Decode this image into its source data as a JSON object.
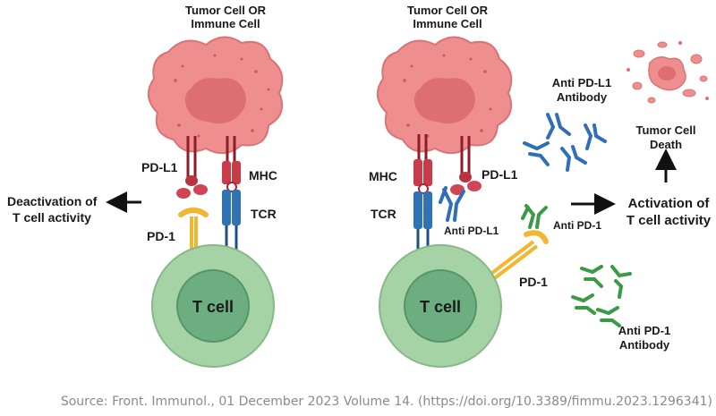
{
  "panel_left": {
    "top_label": [
      "Tumor Cell OR",
      "Immune Cell"
    ],
    "pd_l1": "PD-L1",
    "mhc": "MHC",
    "tcr": "TCR",
    "pd_1": "PD-1",
    "outcome": [
      "Deactivation of",
      "T cell activity"
    ],
    "t_cell": "T cell"
  },
  "panel_right": {
    "top_label": [
      "Tumor Cell OR",
      "Immune Cell"
    ],
    "mhc": "MHC",
    "tcr": "TCR",
    "pd_l1": "PD-L1",
    "anti_pd_l1_small": "Anti PD-L1",
    "anti_pd_1_small": "Anti PD-1",
    "anti_pd_l1_antibody": [
      "Anti PD-L1",
      "Antibody"
    ],
    "pd_1": "PD-1",
    "anti_pd_1_antibody": [
      "Anti PD-1",
      "Antibody"
    ],
    "outcome": [
      "Activation of",
      "T cell activity"
    ],
    "death": [
      "Tumor Cell",
      "Death"
    ],
    "t_cell": "T cell"
  },
  "source": "Source: Front. Immunol., 01 December 2023 Volume 14. (https://doi.org/10.3389/fimmu.2023.1296341)",
  "colors": {
    "tumor": "#ef8e8e",
    "tumor_edge": "#d86f6f",
    "nucleus": "#dd6f72",
    "tcell_outer": "#a6d3a6",
    "tcell_inner": "#6cae80",
    "receptor_red": "#c93b47",
    "receptor_blue": "#2f73b5",
    "pd1_yellow": "#f2b630",
    "antibody_blue": "#2f6fb8",
    "antibody_green": "#3a9a45"
  }
}
